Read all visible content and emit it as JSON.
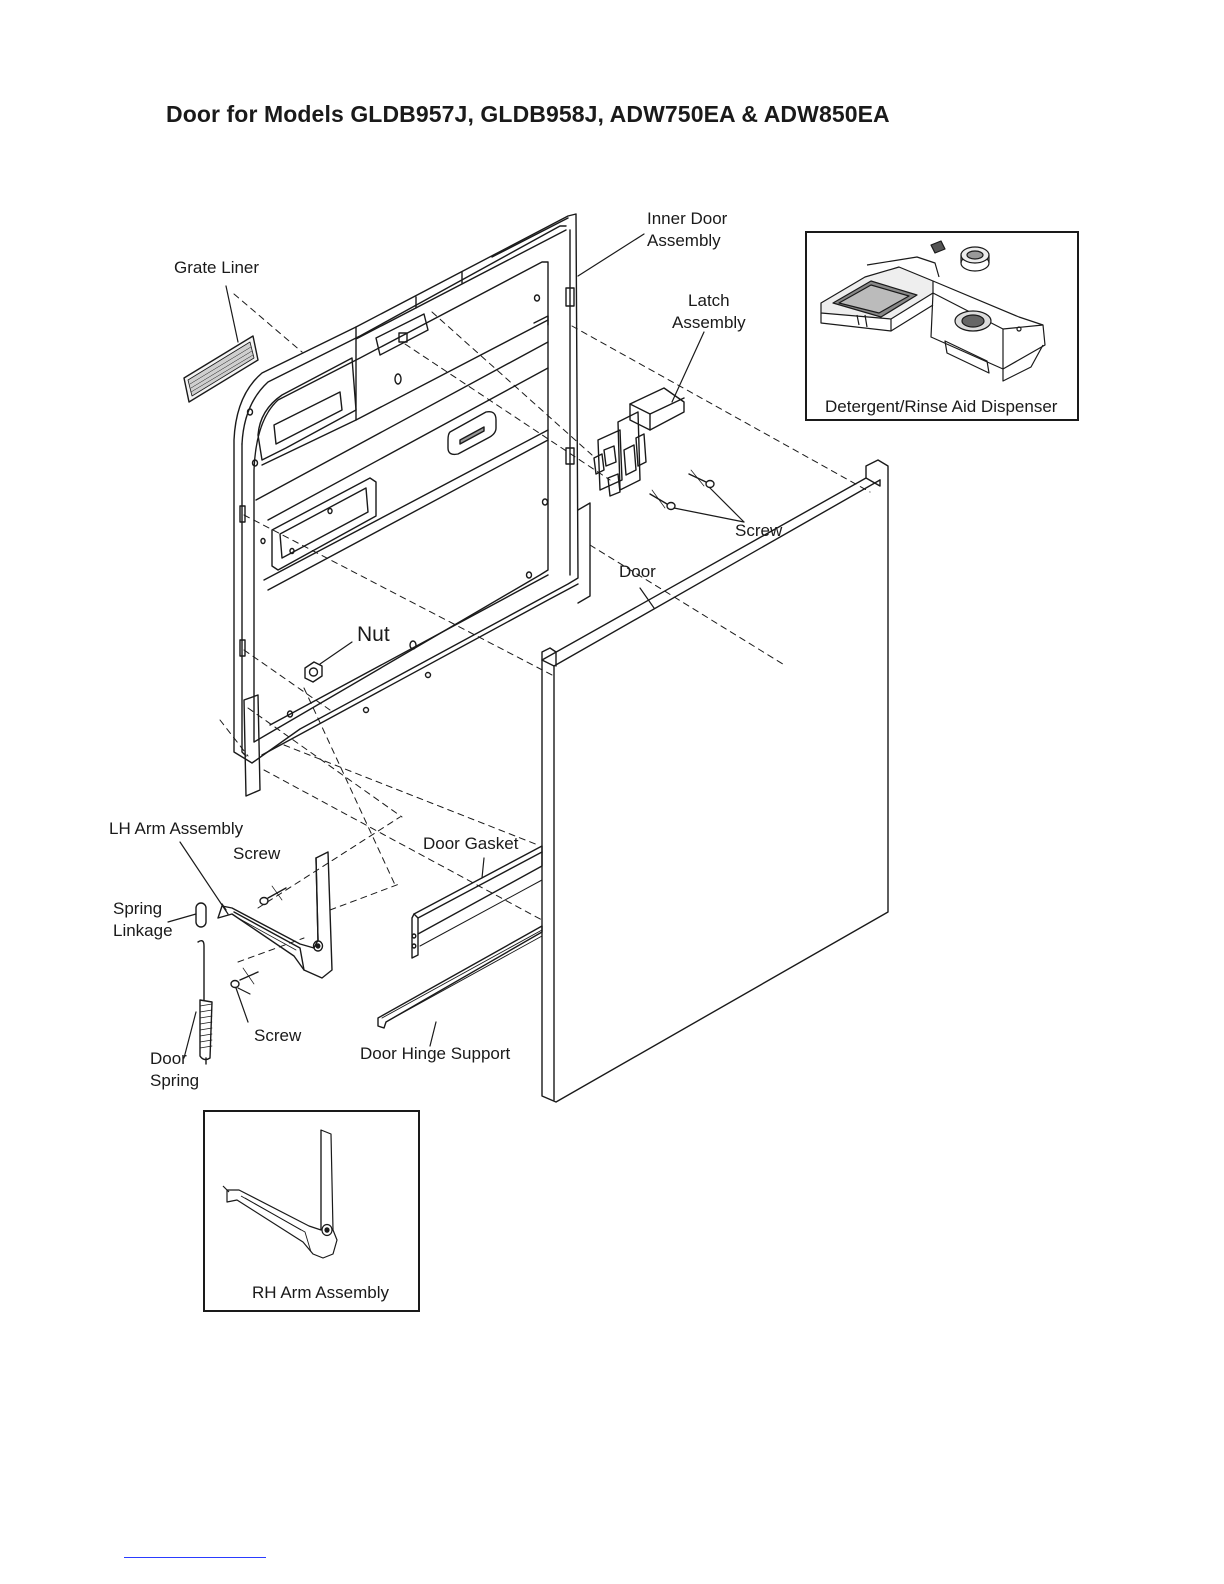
{
  "title": "Door for Models GLDB957J, GLDB958J, ADW750EA & ADW850EA",
  "labels": {
    "inner_door_assembly": [
      "Inner Door",
      "Assembly"
    ],
    "grate_liner": "Grate Liner",
    "latch_assembly": [
      "Latch",
      "Assembly"
    ],
    "detergent_dispenser": "Detergent/Rinse Aid Dispenser",
    "screw_latch": "Screw",
    "door": "Door",
    "nut": "Nut",
    "lh_arm_assembly": "LH Arm Assembly",
    "screw_upper": "Screw",
    "spring_linkage": [
      "Spring",
      "Linkage"
    ],
    "door_gasket": "Door Gasket",
    "screw_lower": "Screw",
    "door_hinge_support": "Door Hinge Support",
    "door_spring": [
      "Door",
      "Spring"
    ],
    "rh_arm_assembly": "RH Arm Assembly"
  }
}
